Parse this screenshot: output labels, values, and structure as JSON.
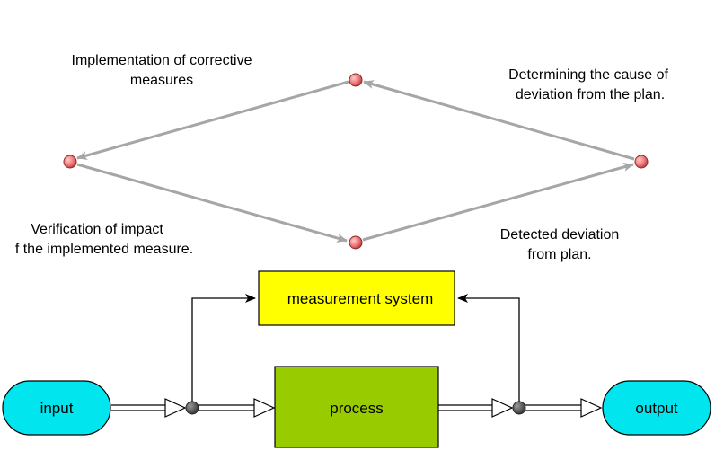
{
  "cycle": {
    "labels": {
      "top_left": [
        "Implementation of corrective",
        "measures"
      ],
      "top_right": [
        "Determining the cause of",
        "deviation from the plan."
      ],
      "bottom_left": [
        "Verification of impact",
        "f the implemented measure."
      ],
      "bottom_right": [
        "Detected deviation",
        "from plan."
      ]
    },
    "colors": {
      "arrow": "#a6a6a6",
      "node": "#ee7777"
    }
  },
  "flow": {
    "input_label": "input",
    "process_label": "process",
    "measurement_label": "measurement system",
    "output_label": "output",
    "colors": {
      "terminal": "#00e5ee",
      "process": "#99cc00",
      "measurement": "#ffff00",
      "junction": "#555555"
    }
  }
}
